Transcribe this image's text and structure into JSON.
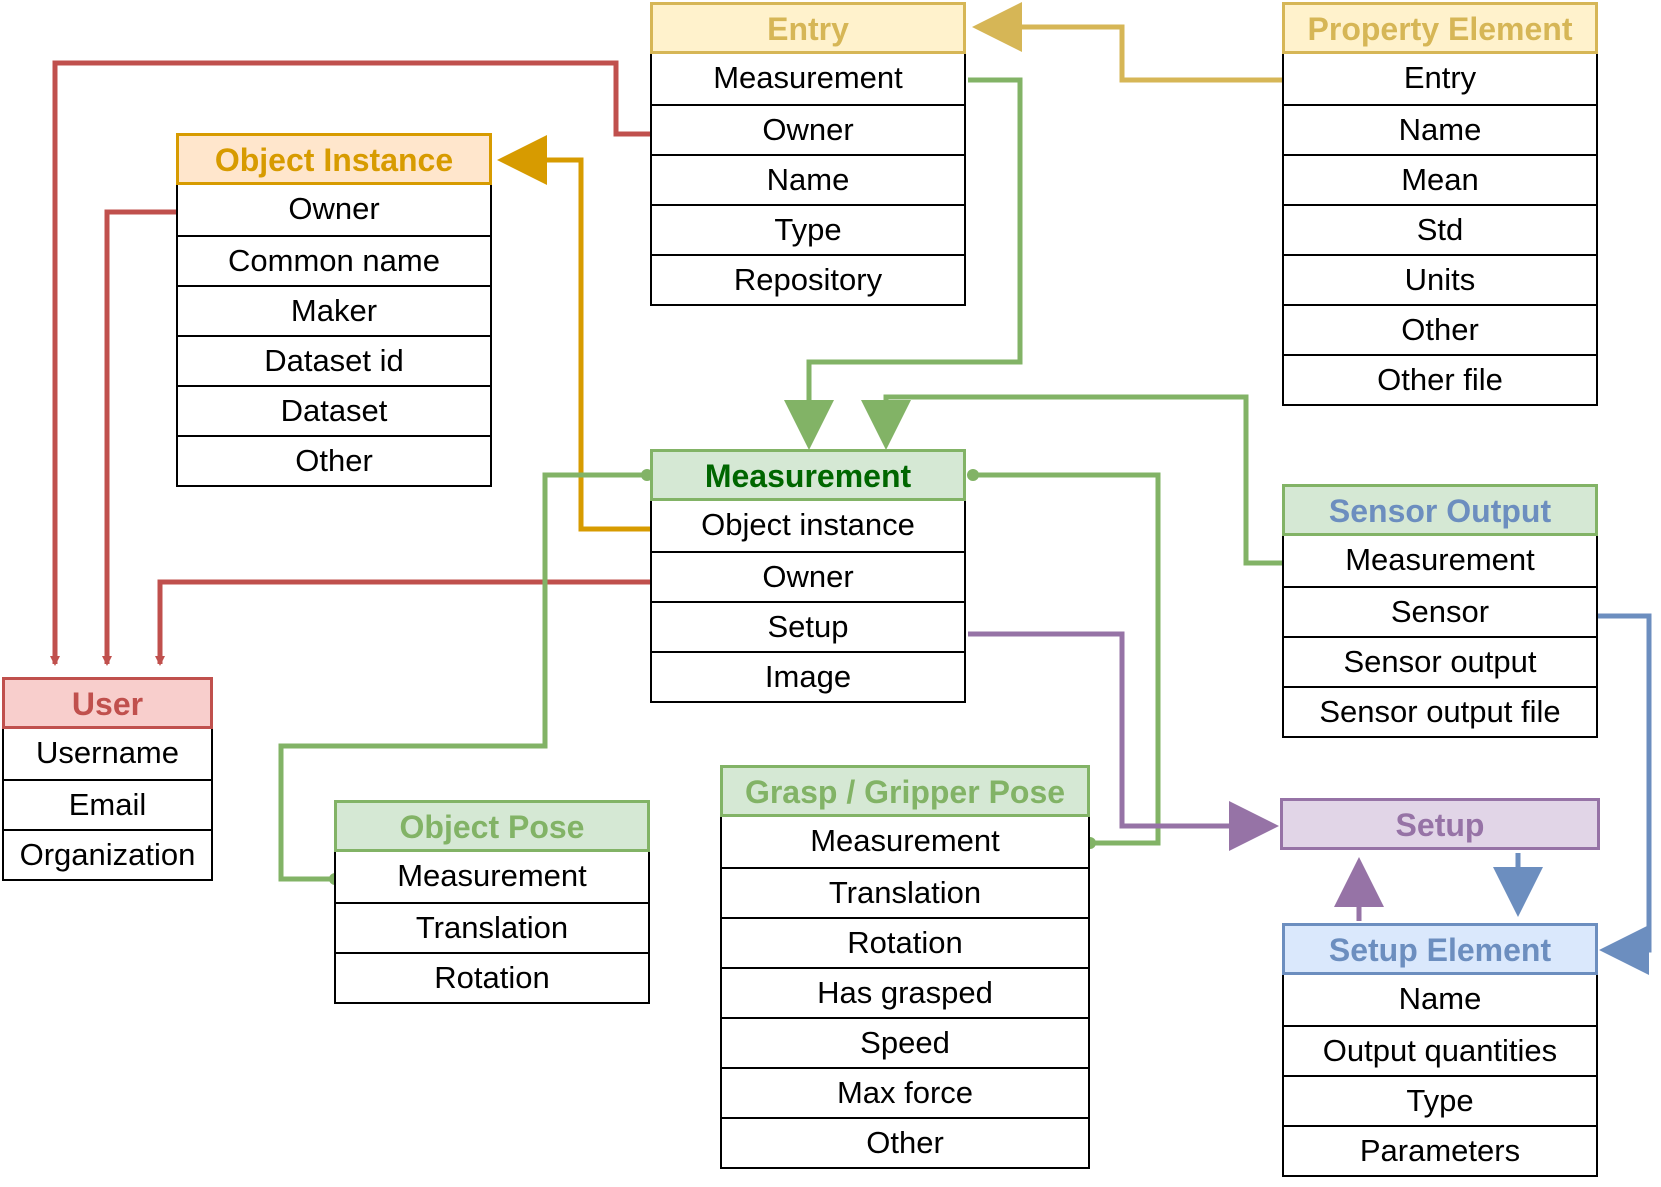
{
  "colors": {
    "red": "#c0504d",
    "orange": "#d79b00",
    "yellow": "#d6b656",
    "green": "#82b366",
    "purple": "#9673a6",
    "blue": "#6c8ebf"
  },
  "tables": {
    "entry": {
      "title": "Entry",
      "header_fill": "#fff2cc",
      "header_stroke": "#d6b656",
      "title_color": "#d6b656",
      "rows": [
        "Measurement",
        "Owner",
        "Name",
        "Type",
        "Repository"
      ]
    },
    "property_element": {
      "title": "Property Element",
      "header_fill": "#fff2cc",
      "header_stroke": "#d6b656",
      "title_color": "#d6b656",
      "rows": [
        "Entry",
        "Name",
        "Mean",
        "Std",
        "Units",
        "Other",
        "Other file"
      ]
    },
    "object_instance": {
      "title": "Object Instance",
      "header_fill": "#ffe6cc",
      "header_stroke": "#d79b00",
      "title_color": "#d79b00",
      "rows": [
        "Owner",
        "Common name",
        "Maker",
        "Dataset id",
        "Dataset",
        "Other"
      ]
    },
    "measurement": {
      "title": "Measurement",
      "header_fill": "#d5e8d4",
      "header_stroke": "#82b366",
      "title_color": "#006600",
      "rows": [
        "Object instance",
        "Owner",
        "Setup",
        "Image"
      ]
    },
    "sensor_output": {
      "title": "Sensor Output",
      "header_fill": "#d5e8d4",
      "header_stroke": "#82b366",
      "title_color": "#6c8ebf",
      "rows": [
        "Measurement",
        "Sensor",
        "Sensor output",
        "Sensor output file"
      ]
    },
    "user": {
      "title": "User",
      "header_fill": "#f8cecc",
      "header_stroke": "#c0504d",
      "title_color": "#c0504d",
      "rows": [
        "Username",
        "Email",
        "Organization"
      ]
    },
    "object_pose": {
      "title": "Object Pose",
      "header_fill": "#d5e8d4",
      "header_stroke": "#82b366",
      "title_color": "#82b366",
      "rows": [
        "Measurement",
        "Translation",
        "Rotation"
      ]
    },
    "grasp_pose": {
      "title": "Grasp / Gripper Pose",
      "header_fill": "#d5e8d4",
      "header_stroke": "#82b366",
      "title_color": "#82b366",
      "rows": [
        "Measurement",
        "Translation",
        "Rotation",
        "Has grasped",
        "Speed",
        "Max force",
        "Other"
      ]
    },
    "setup": {
      "title": "Setup",
      "header_fill": "#e1d5e7",
      "header_stroke": "#9673a6",
      "title_color": "#9673a6",
      "rows": []
    },
    "setup_element": {
      "title": "Setup Element",
      "header_fill": "#dae8fc",
      "header_stroke": "#6c8ebf",
      "title_color": "#6c8ebf",
      "rows": [
        "Name",
        "Output quantities",
        "Type",
        "Parameters"
      ]
    }
  }
}
